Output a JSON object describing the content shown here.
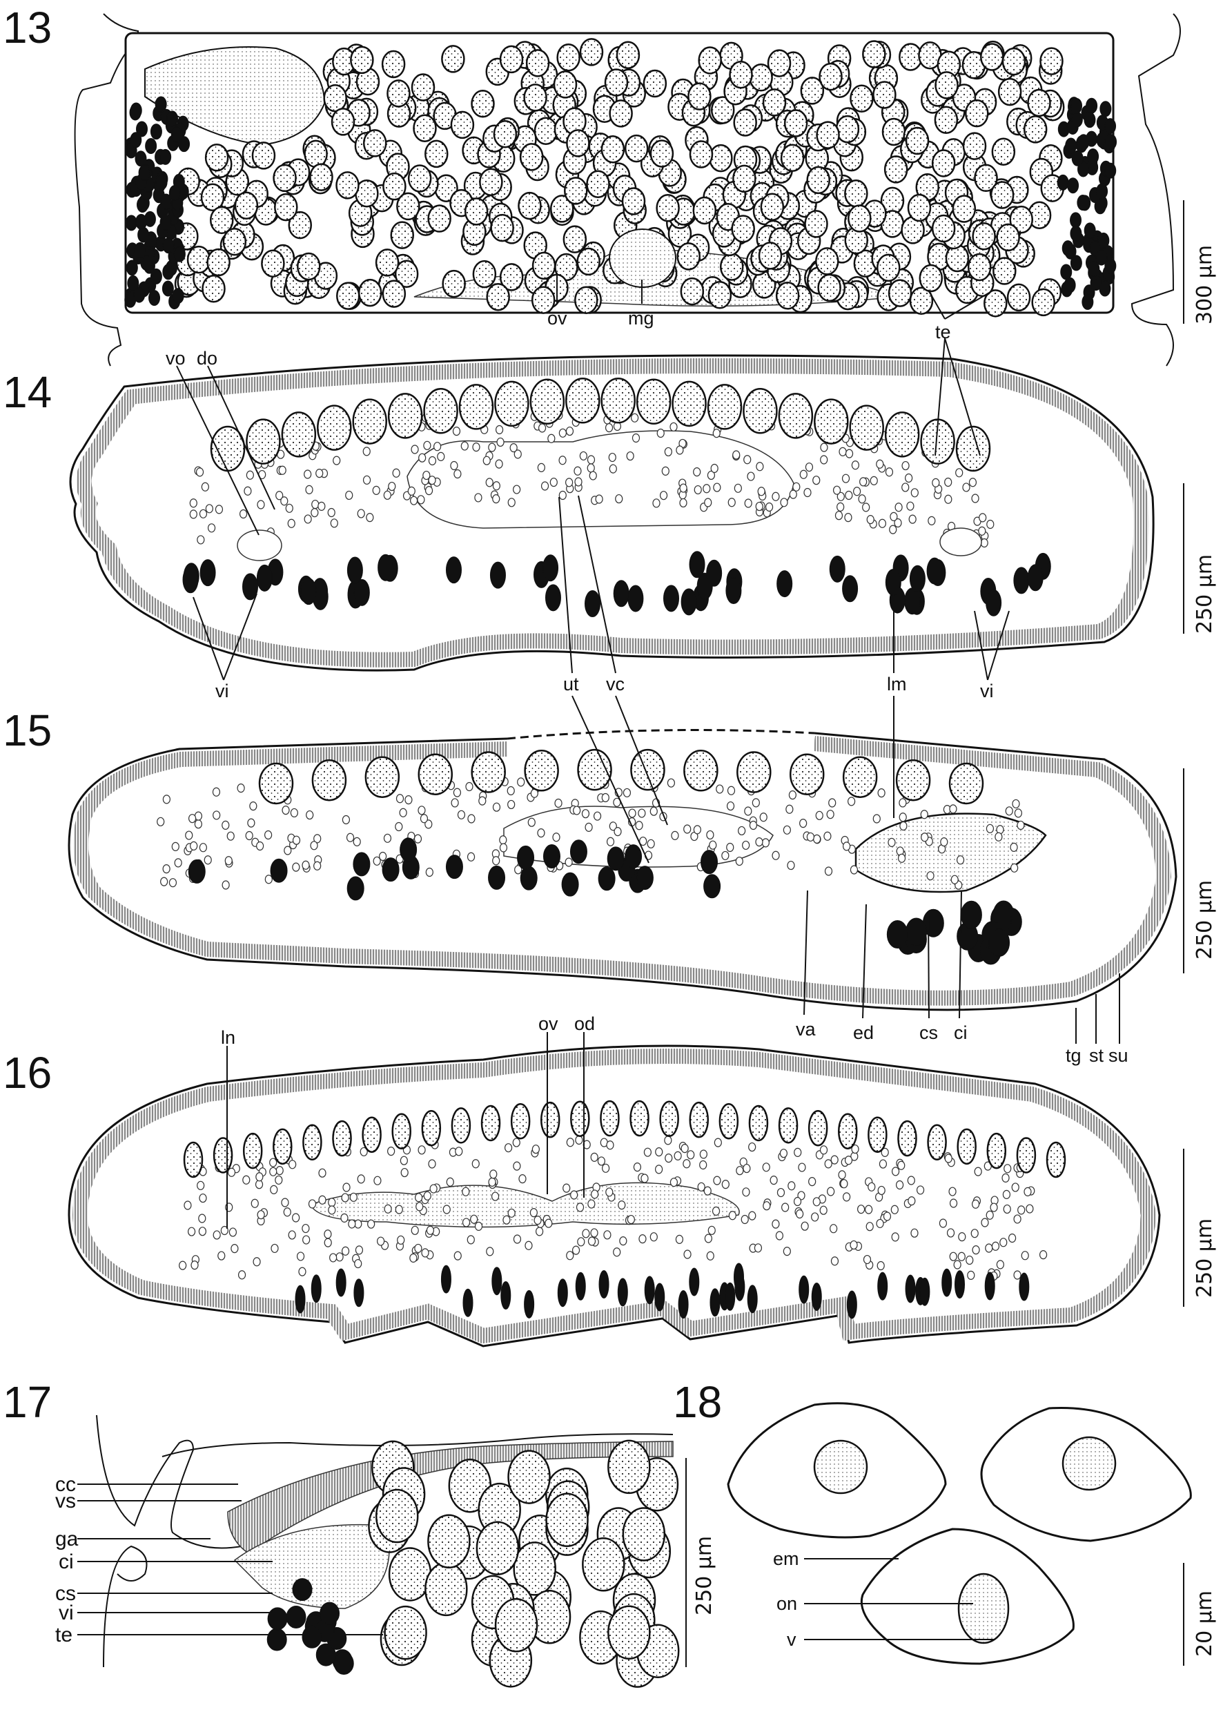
{
  "figure": {
    "panels": [
      {
        "number": "13",
        "scale_bar": "300 µm",
        "labels": [
          "ov",
          "mg",
          "te",
          "vo",
          "do"
        ]
      },
      {
        "number": "14",
        "scale_bar": "250 µm",
        "labels": [
          "vi",
          "ut",
          "vc",
          "lm",
          "vi"
        ]
      },
      {
        "number": "15",
        "scale_bar": "250 µm",
        "labels": [
          "va",
          "ed",
          "cs",
          "ci",
          "tg",
          "st",
          "su"
        ]
      },
      {
        "number": "16",
        "scale_bar": "250 µm",
        "labels": [
          "ln",
          "ov",
          "od"
        ]
      },
      {
        "number": "17",
        "scale_bar": "250 µm",
        "labels": [
          "cc",
          "vs",
          "ga",
          "ci",
          "cs",
          "vi",
          "te"
        ]
      },
      {
        "number": "18",
        "scale_bar": "20 µm",
        "labels": [
          "em",
          "on",
          "v"
        ]
      }
    ]
  }
}
